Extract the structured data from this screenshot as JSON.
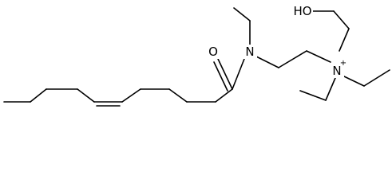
{
  "molecule": {
    "atom_labels": {
      "carbonyl_oxygen": "O",
      "amide_nitrogen": "N",
      "ammonium_nitrogen": "N",
      "ammonium_charge": "+",
      "hydroxyl": "HO"
    },
    "colors": {
      "bond": "#000000",
      "background": "#ffffff"
    }
  }
}
